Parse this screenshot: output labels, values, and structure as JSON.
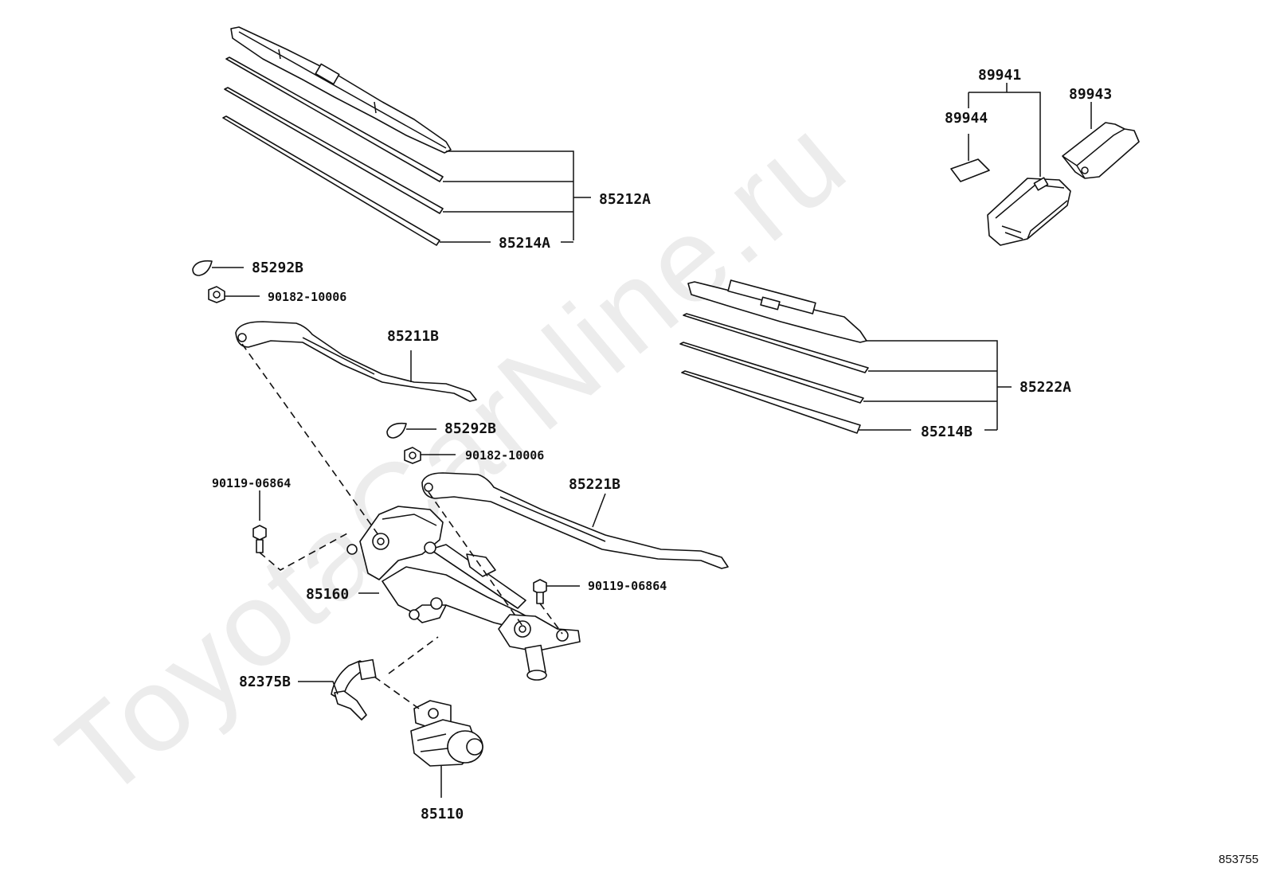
{
  "watermark": "ToyotaCarNine.ru",
  "diagram_id": "853755",
  "labels": {
    "p85212A": "85212A",
    "p85214A": "85214A",
    "p85292B_1": "85292B",
    "p90182_1": "90182-10006",
    "p85211B": "85211B",
    "p85292B_2": "85292B",
    "p90182_2": "90182-10006",
    "p90119_1": "90119-06864",
    "p85221B": "85221B",
    "p90119_2": "90119-06864",
    "p85160": "85160",
    "p82375B": "82375B",
    "p85110": "85110",
    "p89941": "89941",
    "p89944": "89944",
    "p89943": "89943",
    "p85222A": "85222A",
    "p85214B": "85214B"
  }
}
